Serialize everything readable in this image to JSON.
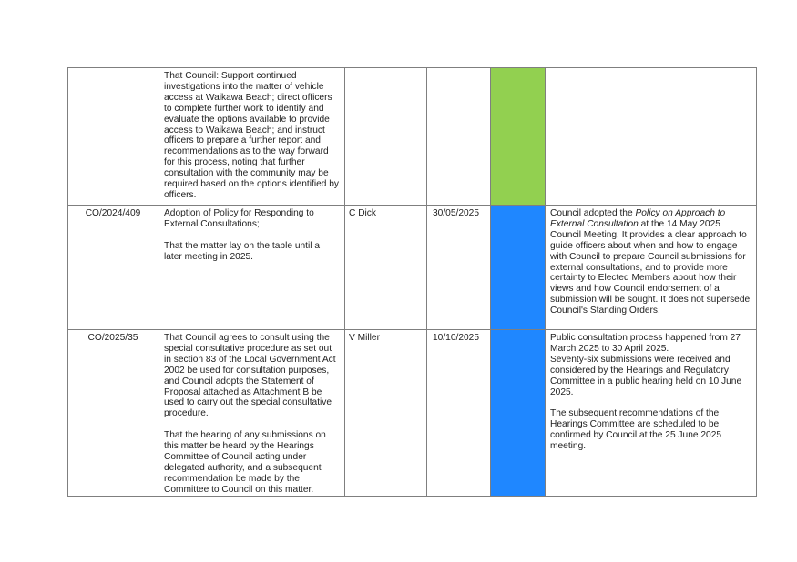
{
  "colors": {
    "status_green": "#92d050",
    "status_blue": "#1f87ff"
  },
  "rows": [
    {
      "ref": "",
      "resolution": [
        "That Council: Support continued investigations into the matter of vehicle access at Waikawa Beach; direct officers to complete further work to identify and evaluate the options available to provide access to Waikawa Beach; and instruct officers to prepare a further report and recommendations as to the way forward for this process, noting that further consultation with the community may be required based on the options identified by officers."
      ],
      "officer": "",
      "due_date": "",
      "status": "green",
      "update": {
        "pre": "",
        "italic": "",
        "post": ""
      }
    },
    {
      "ref": "CO/2024/409",
      "resolution": [
        "Adoption of Policy for Responding to External Consultations;",
        "That the matter lay on the table until a later meeting in 2025."
      ],
      "officer": "C Dick",
      "due_date": "30/05/2025",
      "status": "blue",
      "update": {
        "pre": "Council adopted the ",
        "italic": "Policy on Approach to External Consultation",
        "post": " at the 14 May 2025 Council Meeting.  It provides a clear approach to guide officers about when and how to engage with Council to prepare Council submissions for external consultations, and to provide more certainty to Elected Members about how their views and how Council endorsement of a submission will be sought.  It does not supersede Council's Standing Orders."
      }
    },
    {
      "ref": "CO/2025/35",
      "resolution": [
        "That Council agrees to consult using the special consultative procedure as set out in section 83 of the Local Government Act 2002 be used for consultation purposes, and Council adopts the Statement of Proposal attached as Attachment B be used to carry out the special consultative procedure.",
        "That the hearing of any submissions on this matter be heard by the Hearings Committee of Council acting under delegated authority, and a subsequent recommendation be made by the Committee to Council on this matter."
      ],
      "officer": "V Miller",
      "due_date": "10/10/2025",
      "status": "blue",
      "update_paragraphs": [
        "Public consultation process happened from 27 March 2025 to 30 April 2025.",
        "Seventy-six submissions were received and considered by the Hearings and Regulatory Committee in a public hearing held on 10 June 2025.",
        "The subsequent recommendations of the Hearings Committee are scheduled to be confirmed by Council at the 25 June 2025 meeting."
      ]
    }
  ]
}
